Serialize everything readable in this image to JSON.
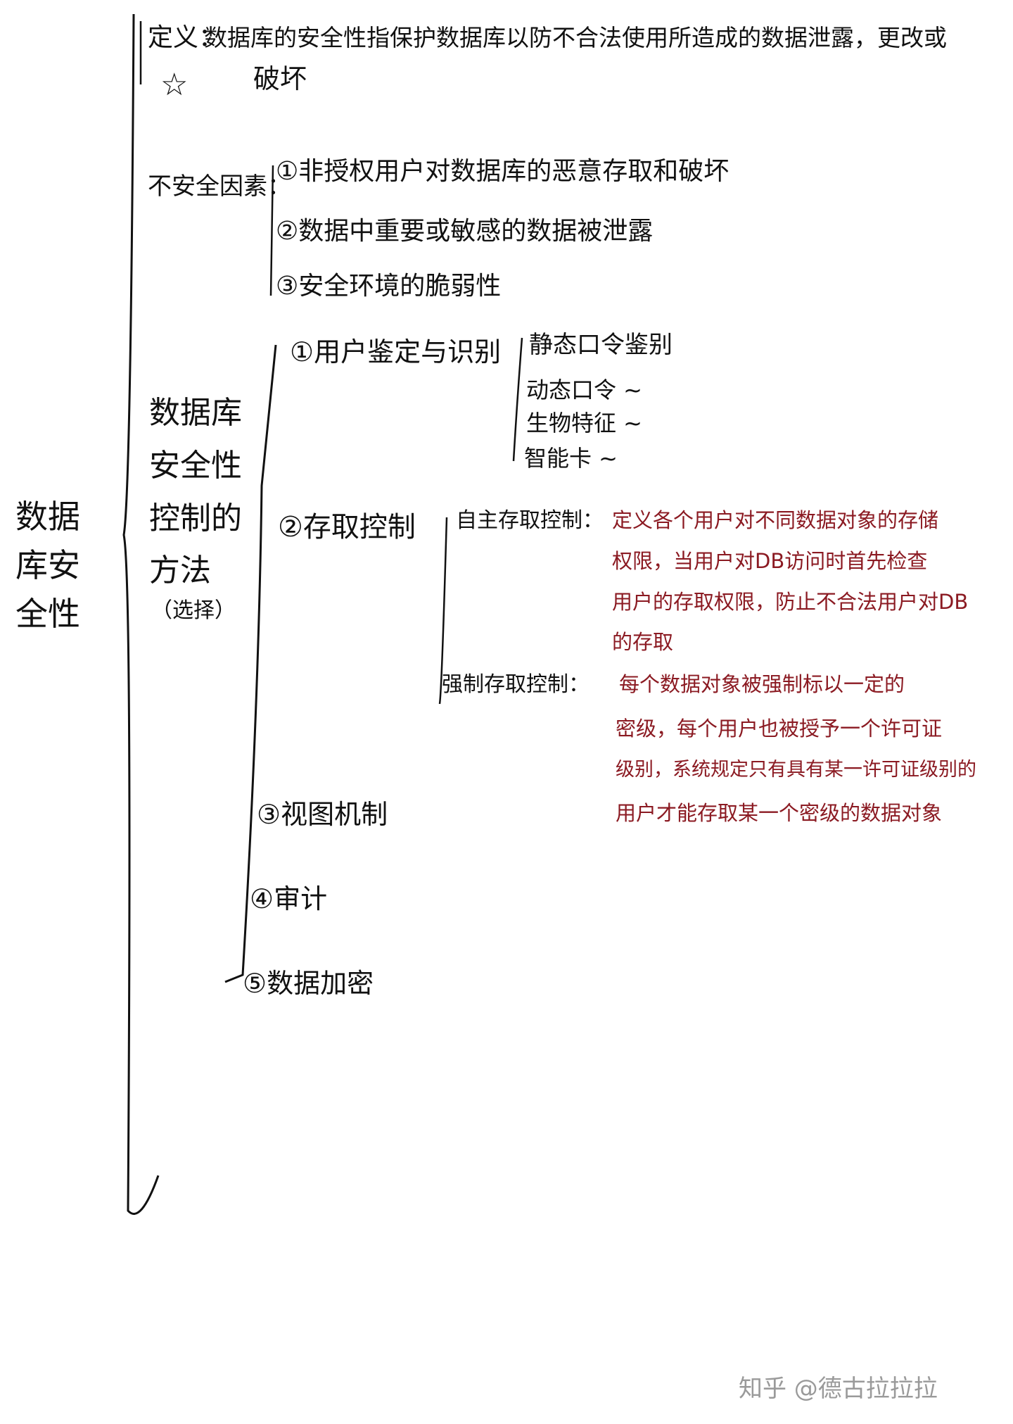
{
  "root": "数据库安全性",
  "definition": {
    "label": "定义：",
    "text_line1": "数据库的安全性指保护数据库以防不合法使用所造成的数据泄露，更改或",
    "text_line2": "破坏",
    "mark": "star"
  },
  "insecurity": {
    "label": "不安全因素：",
    "items": [
      "①非授权用户对数据库的恶意存取和破坏",
      "②数据中重要或敏感的数据被泄露",
      "③安全环境的脆弱性"
    ]
  },
  "methods": {
    "label_lines": [
      "数据库",
      "安全性",
      "控制的",
      "方法"
    ],
    "note": "（选择）",
    "m1": {
      "label": "①用户鉴定与识别",
      "items": [
        "静态口令鉴别",
        "动态口令 ~",
        "生物特征 ~",
        "智能卡 ~"
      ]
    },
    "m2": {
      "label": "②存取控制",
      "dac": {
        "label": "自主存取控制：",
        "lines": [
          "定义各个用户对不同数据对象的存储",
          "权限，当用户对DB访问时首先检查",
          "用户的存取权限，防止不合法用户对DB",
          "的存取"
        ]
      },
      "mac": {
        "label": "强制存取控制：",
        "lines": [
          "每个数据对象被强制标以一定的",
          "密级，每个用户也被授予一个许可证",
          "级别，系统规定只有具有某一许可证级别的",
          "用户才能存取某一个密级的数据对象"
        ]
      }
    },
    "m3": "③视图机制",
    "m4": "④审计",
    "m5": "⑤数据加密"
  },
  "watermark": "知乎 @德古拉拉拉",
  "colors": {
    "ink": "#111111",
    "red_ink": "#8b1a22",
    "watermark": "#9a9a9a"
  }
}
